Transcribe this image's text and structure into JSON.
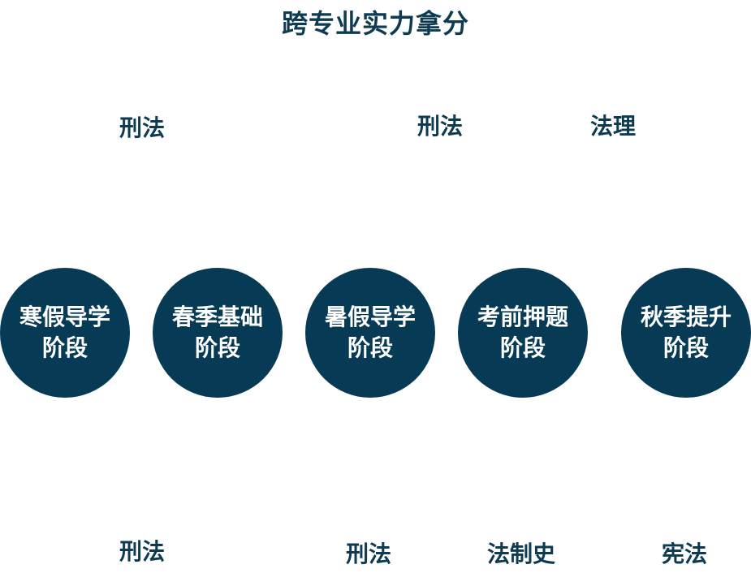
{
  "title": "跨专业实力拿分",
  "top_labels": [
    "刑法",
    "刑法",
    "法理"
  ],
  "stages": [
    {
      "line1": "寒假导学",
      "line2": "阶段"
    },
    {
      "line1": "春季基础",
      "line2": "阶段"
    },
    {
      "line1": "暑假导学",
      "line2": "阶段"
    },
    {
      "line1": "考前押题",
      "line2": "阶段"
    },
    {
      "line1": "秋季提升",
      "line2": "阶段"
    }
  ],
  "bottom_labels": [
    "刑法",
    "刑法",
    "法制史",
    "宪法"
  ],
  "colors": {
    "circle_fill": "#063a55",
    "text": "#0e3a52",
    "circle_text": "#ffffff"
  }
}
